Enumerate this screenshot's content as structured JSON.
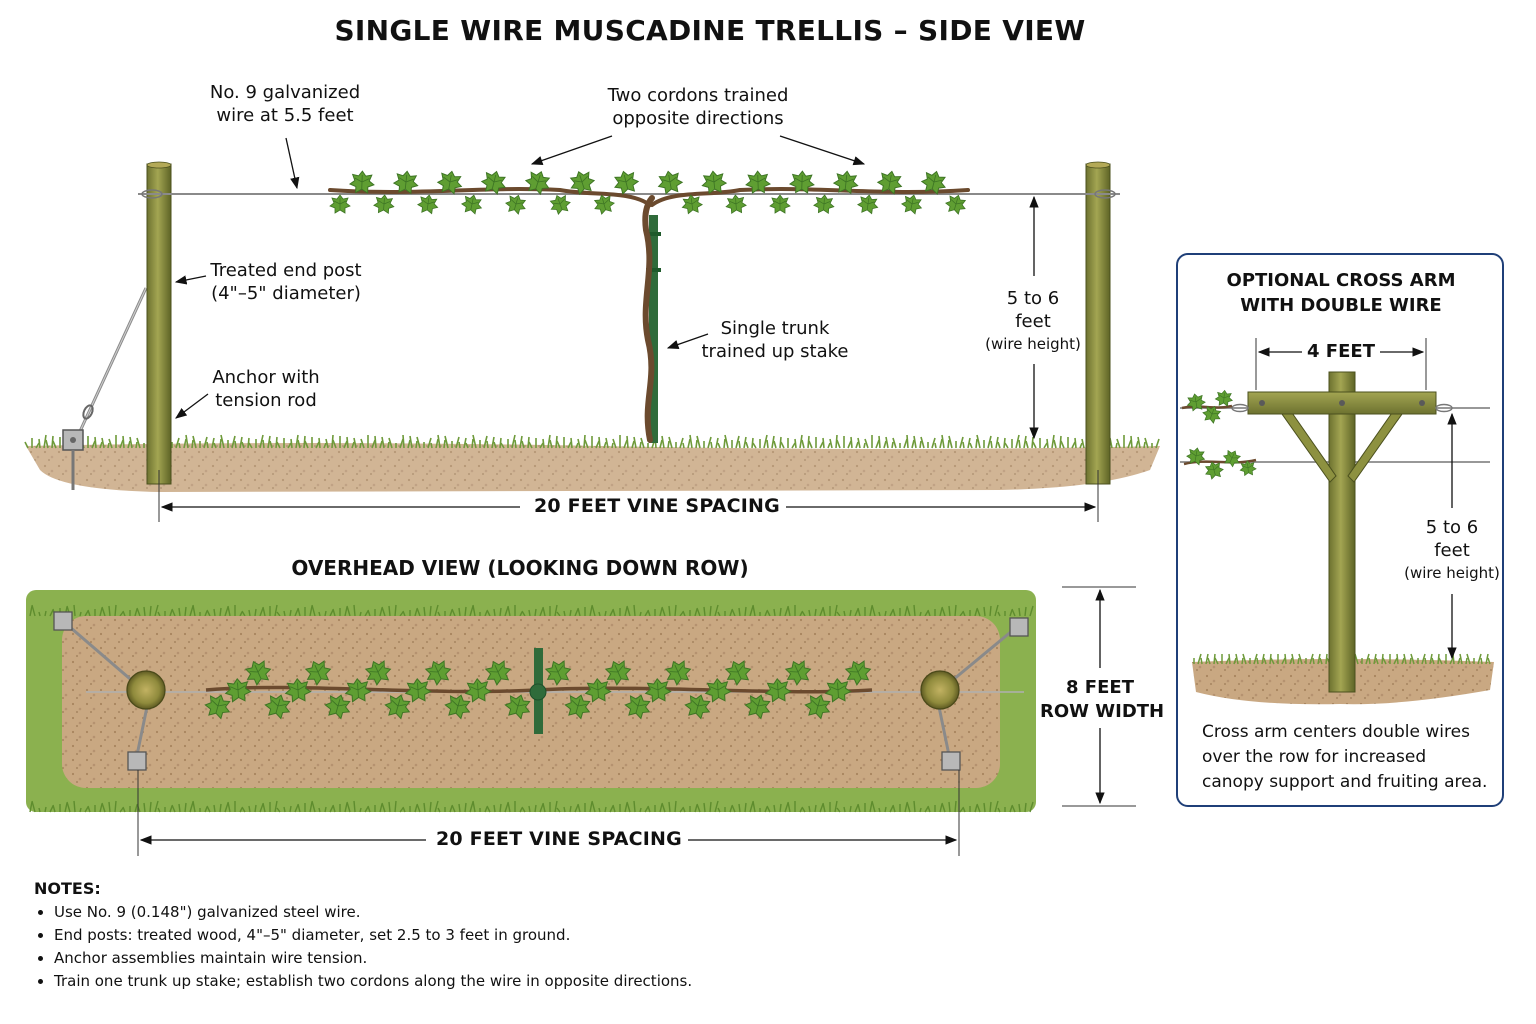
{
  "title": "SINGLE WIRE MUSCADINE TRELLIS – SIDE VIEW",
  "side_view": {
    "wire_label": [
      "No. 9 galvanized",
      "wire at 5.5 feet"
    ],
    "cordon_label": [
      "Two cordons trained",
      "opposite directions"
    ],
    "post_label": [
      "Treated end post",
      "(4\"–5\" diameter)"
    ],
    "anchor_label": [
      "Anchor with",
      "tension rod"
    ],
    "trunk_label": [
      "Single trunk",
      "trained up stake"
    ],
    "height_label": [
      "5 to 6",
      "feet"
    ],
    "height_sub": "(wire height)",
    "spacing_label": "20 FEET VINE SPACING"
  },
  "overhead_view": {
    "title": "OVERHEAD VIEW (LOOKING DOWN ROW)",
    "row_width_label": [
      "8 FEET",
      "ROW WIDTH"
    ],
    "spacing_label": "20 FEET VINE SPACING"
  },
  "inset": {
    "title": [
      "OPTIONAL CROSS ARM",
      "WITH DOUBLE WIRE"
    ],
    "arm_width_label": "4 FEET",
    "height_label": [
      "5 to 6",
      "feet"
    ],
    "height_sub": "(wire height)",
    "description": "Cross arm centers double wires over the row for increased canopy support and fruiting area."
  },
  "notes": {
    "heading": "NOTES:",
    "items": [
      "Use No. 9 (0.148\") galvanized steel wire.",
      "End posts: treated wood, 4\"–5\" diameter, set 2.5 to 3 feet in ground.",
      "Anchor assemblies maintain wire tension.",
      "Train one trunk up stake; establish two cordons along the wire in opposite directions."
    ]
  },
  "colors": {
    "post_wood": "#8a8f3e",
    "post_dark": "#5e6426",
    "soil": "#c9a882",
    "grass": "#6e9a3a",
    "leaf": "#5f9e32",
    "leaf_dark": "#3d7424",
    "vine": "#6b4a2e",
    "stake": "#2f6b3a",
    "wire": "#8a8a8a",
    "inset_border": "#1f3f78"
  },
  "icons": [
    "grape-leaf-icon",
    "anchor-plate-icon",
    "arrow-icon"
  ]
}
